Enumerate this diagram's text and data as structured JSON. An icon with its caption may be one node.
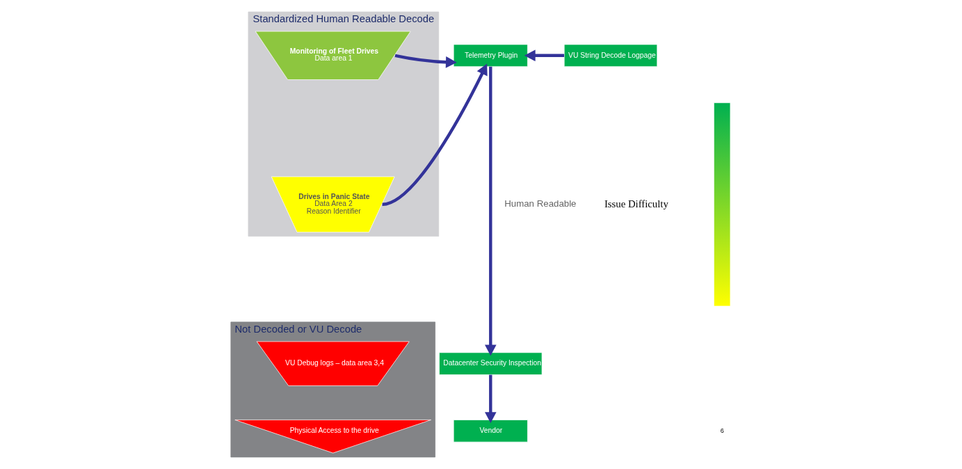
{
  "diagram": {
    "nodes": [
      {
        "text": [
          "Standardized Human Readable Decode"
        ]
      },
      {
        "text": [
          "Monitoring of Fleet Drives",
          "Data area 1"
        ],
        "in": 0
      },
      {
        "text": [
          "Drives in Panic State",
          "Data Area 2",
          "Reason Identifier"
        ],
        "in": 0
      },
      {
        "text": [
          "Not Decoded or VU Decode"
        ]
      },
      {
        "text": [
          "VU Debug logs – data area 3,4"
        ],
        "in": 3
      },
      {
        "text": [
          "Physical Access to the drive"
        ],
        "in": 3
      },
      {
        "text": [
          "Telemetry Plugin"
        ]
      },
      {
        "text": [
          "VU String Decode Logpage"
        ]
      },
      {
        "text": [
          "Datacenter Security Inspection"
        ]
      },
      {
        "text": [
          "Vendor"
        ]
      },
      {
        "text": [],
        "shape": "bar"
      }
    ],
    "edges": [
      {
        "from": 1,
        "to": 6,
        "arrow": "to"
      },
      {
        "from": 2,
        "to": 6,
        "arrow": "to"
      },
      {
        "from": 7,
        "to": 6,
        "arrow": "to"
      },
      {
        "from": 6,
        "to": 8,
        "arrow": "to",
        "label": "Human Readable"
      },
      {
        "from": 8,
        "to": 9,
        "arrow": "to"
      }
    ],
    "labels": [
      "Issue Difficulty",
      "6"
    ]
  }
}
